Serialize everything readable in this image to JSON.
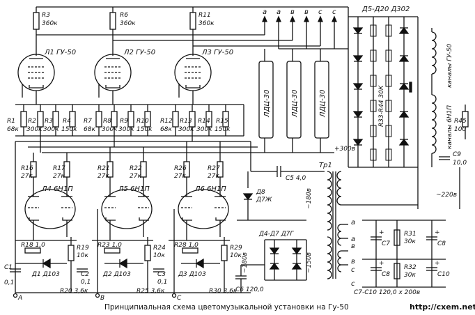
{
  "caption": "Принципиальная схема цветомузыкальной установки на Гу-50",
  "site": "http://cxem.net",
  "labels": {
    "R3": "R3",
    "R3v": "360к",
    "R6": "R6",
    "R6v": "360к",
    "R11": "R11",
    "R11v": "360к",
    "L1": "Л1 ГУ-50",
    "L2": "Л2 ГУ-50",
    "L3": "Л3 ГУ-50",
    "R1": "R1",
    "R1v": "68к",
    "R2": "R2",
    "R2v": "300к",
    "R3b": "R3",
    "R3bv": "300к",
    "R4": "R4",
    "R4v": "150к",
    "R7": "R7",
    "R7v": "68к",
    "R8": "R8",
    "R8v": "300к",
    "R9": "R9",
    "R9v": "300к",
    "R10": "R10",
    "R10v": "150к",
    "R12": "R12",
    "R12v": "68к",
    "R13": "R13",
    "R13v": "300к",
    "R14": "R14",
    "R14v": "300к",
    "R15": "R15",
    "R15v": "150к",
    "R16": "R16",
    "R16v": "27к",
    "R17": "R17",
    "R17v": "27к",
    "R21": "R21",
    "R21v": "27к",
    "R22": "R22",
    "R22v": "27к",
    "R26": "R26",
    "R26v": "27к",
    "R27": "R27",
    "R27v": "27к",
    "L4": "Л4 6Н1П",
    "L5": "Л5 6Н1П",
    "L6": "Л6 6Н1П",
    "R18": "R18 1,0",
    "R23": "R23 1,0",
    "R28": "R28 1,0",
    "R19": "R19",
    "R19v": "10к",
    "R24": "R24",
    "R24v": "10к",
    "R29": "R29",
    "R29v": "10к",
    "C1": "C1",
    "C1v": "0,1",
    "C2": "C2",
    "C2v": "0,1",
    "C3": "C3",
    "C3v": "0,1",
    "D1": "Д1 Д103",
    "D2": "Д2 Д103",
    "D3": "Д3 Д103",
    "R20": "R20 3,6к",
    "R25": "R25 3,6к",
    "R30": "R30 3,6к",
    "A": "А",
    "B": "В",
    "C": "С",
    "lamp": "ЛДЦ-30",
    "tops": [
      "а",
      "а",
      "в",
      "в",
      "с",
      "с"
    ],
    "D5D20": "Д5-Д20 Д302",
    "R33": "R33-R44 30К",
    "kan1": "каналы ГУ-50",
    "kan2": "каналы 6Н1П",
    "R45": "R45",
    "R45v": "100",
    "C9": "C9",
    "C9v": "10,0",
    "Tr1": "Тр1",
    "C5": "C5 4,0",
    "D8": "Д8",
    "D8v": "Д7Ж",
    "V180": "~180в",
    "V180b": "~180в",
    "V150": "~150в",
    "V220": "~220в",
    "V300": "+300в",
    "D4D7": "Д4-Д7 Д7Г",
    "C6": "C6 120,0",
    "C7": "C7",
    "C8": "C8",
    "C8b": "C8",
    "C10": "C10",
    "R31": "R31",
    "R31v": "30к",
    "R32": "R32",
    "R32v": "30к",
    "C7C10": "C7-C10 120,0 х 200в",
    "sa": "а",
    "sa2": "а",
    "sb": "в",
    "sb2": "в",
    "sc": "с",
    "sc2": "с"
  }
}
